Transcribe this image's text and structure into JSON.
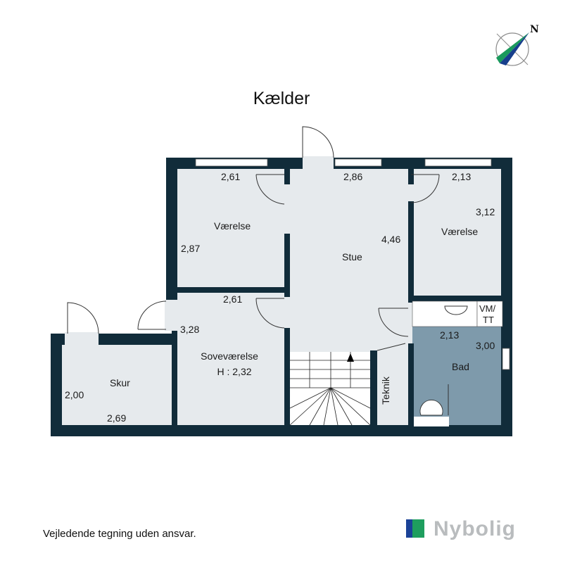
{
  "title": "Kælder",
  "compass": {
    "label": "N",
    "icon": "north-arrow-compass-icon",
    "colors": {
      "green": "#1a9a5c",
      "blue": "#173e8c"
    }
  },
  "colors": {
    "wall": "#112c3a",
    "floor": "#e6eaed",
    "bath_floor": "#7e9aab",
    "logo_blue": "#1b4297",
    "logo_green": "#1e9e5e",
    "logo_text": "#b9bcbe"
  },
  "rooms": [
    {
      "name": "Værelse",
      "width": "2,61",
      "depth": "2,87"
    },
    {
      "name": "Stue",
      "width": "2,86",
      "depth": "4,46"
    },
    {
      "name": "Værelse",
      "width": "2,13",
      "depth": "3,12"
    },
    {
      "name": "Soveværelse",
      "subtitle": "H : 2,32",
      "width": "2,61",
      "depth": "3,28"
    },
    {
      "name": "Skur",
      "width": "2,69",
      "depth": "2,00"
    },
    {
      "name": "Bad",
      "width": "2,13",
      "depth": "3,00"
    },
    {
      "name": "Teknik"
    }
  ],
  "fixtures": {
    "washer_dryer": [
      "VM/",
      "TT"
    ]
  },
  "footer": {
    "disclaimer": "Vejledende tegning uden ansvar.",
    "brand": "Nybolig"
  }
}
